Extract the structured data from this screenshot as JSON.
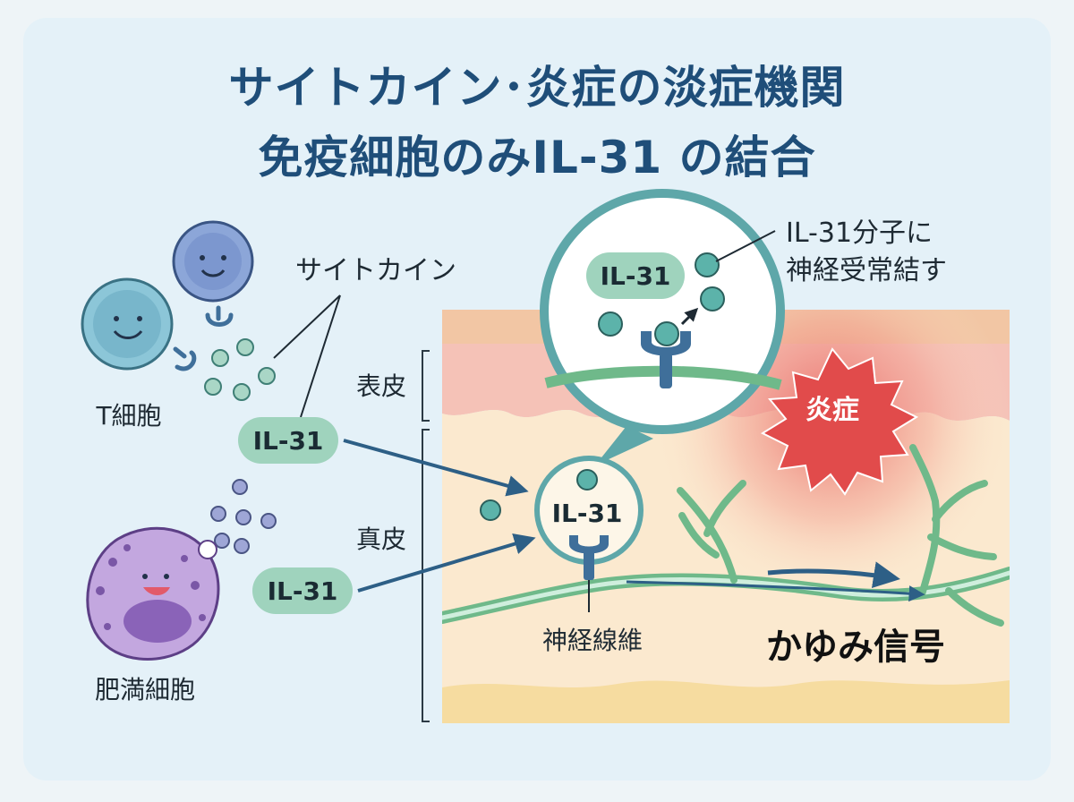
{
  "title": {
    "line1": "サイトカイン･炎症の淡症機関",
    "line2": "免疫細胞のみIL-31 の結合"
  },
  "labels": {
    "cytokine": "サイトカイン",
    "t_cell": "T細胞",
    "mast_cell": "肥満細胞",
    "il31_left_top": "IL-31",
    "il31_left_bottom": "IL-31",
    "il31_zoom": "IL-31",
    "il31_receptor": "IL-31",
    "epidermis": "表皮",
    "dermis": "真皮",
    "inflammation": "炎症",
    "nerve_fiber": "神経線維",
    "itch_signal": "かゆみ信号",
    "callout_line1": "IL-31分子に",
    "callout_line2": "神経受常結す"
  },
  "colors": {
    "title": "#1f4e79",
    "pill": "#9fd3bd",
    "molecule": "#5cb3aa",
    "nerve": "#6fb98a",
    "arrow": "#2d5f86",
    "inflammation": "#e14b4b",
    "receptor": "#3f6f9a",
    "skin_top": "#f2c6a4",
    "epidermis": "#f5c2b7",
    "dermis": "#fbe9cf"
  }
}
